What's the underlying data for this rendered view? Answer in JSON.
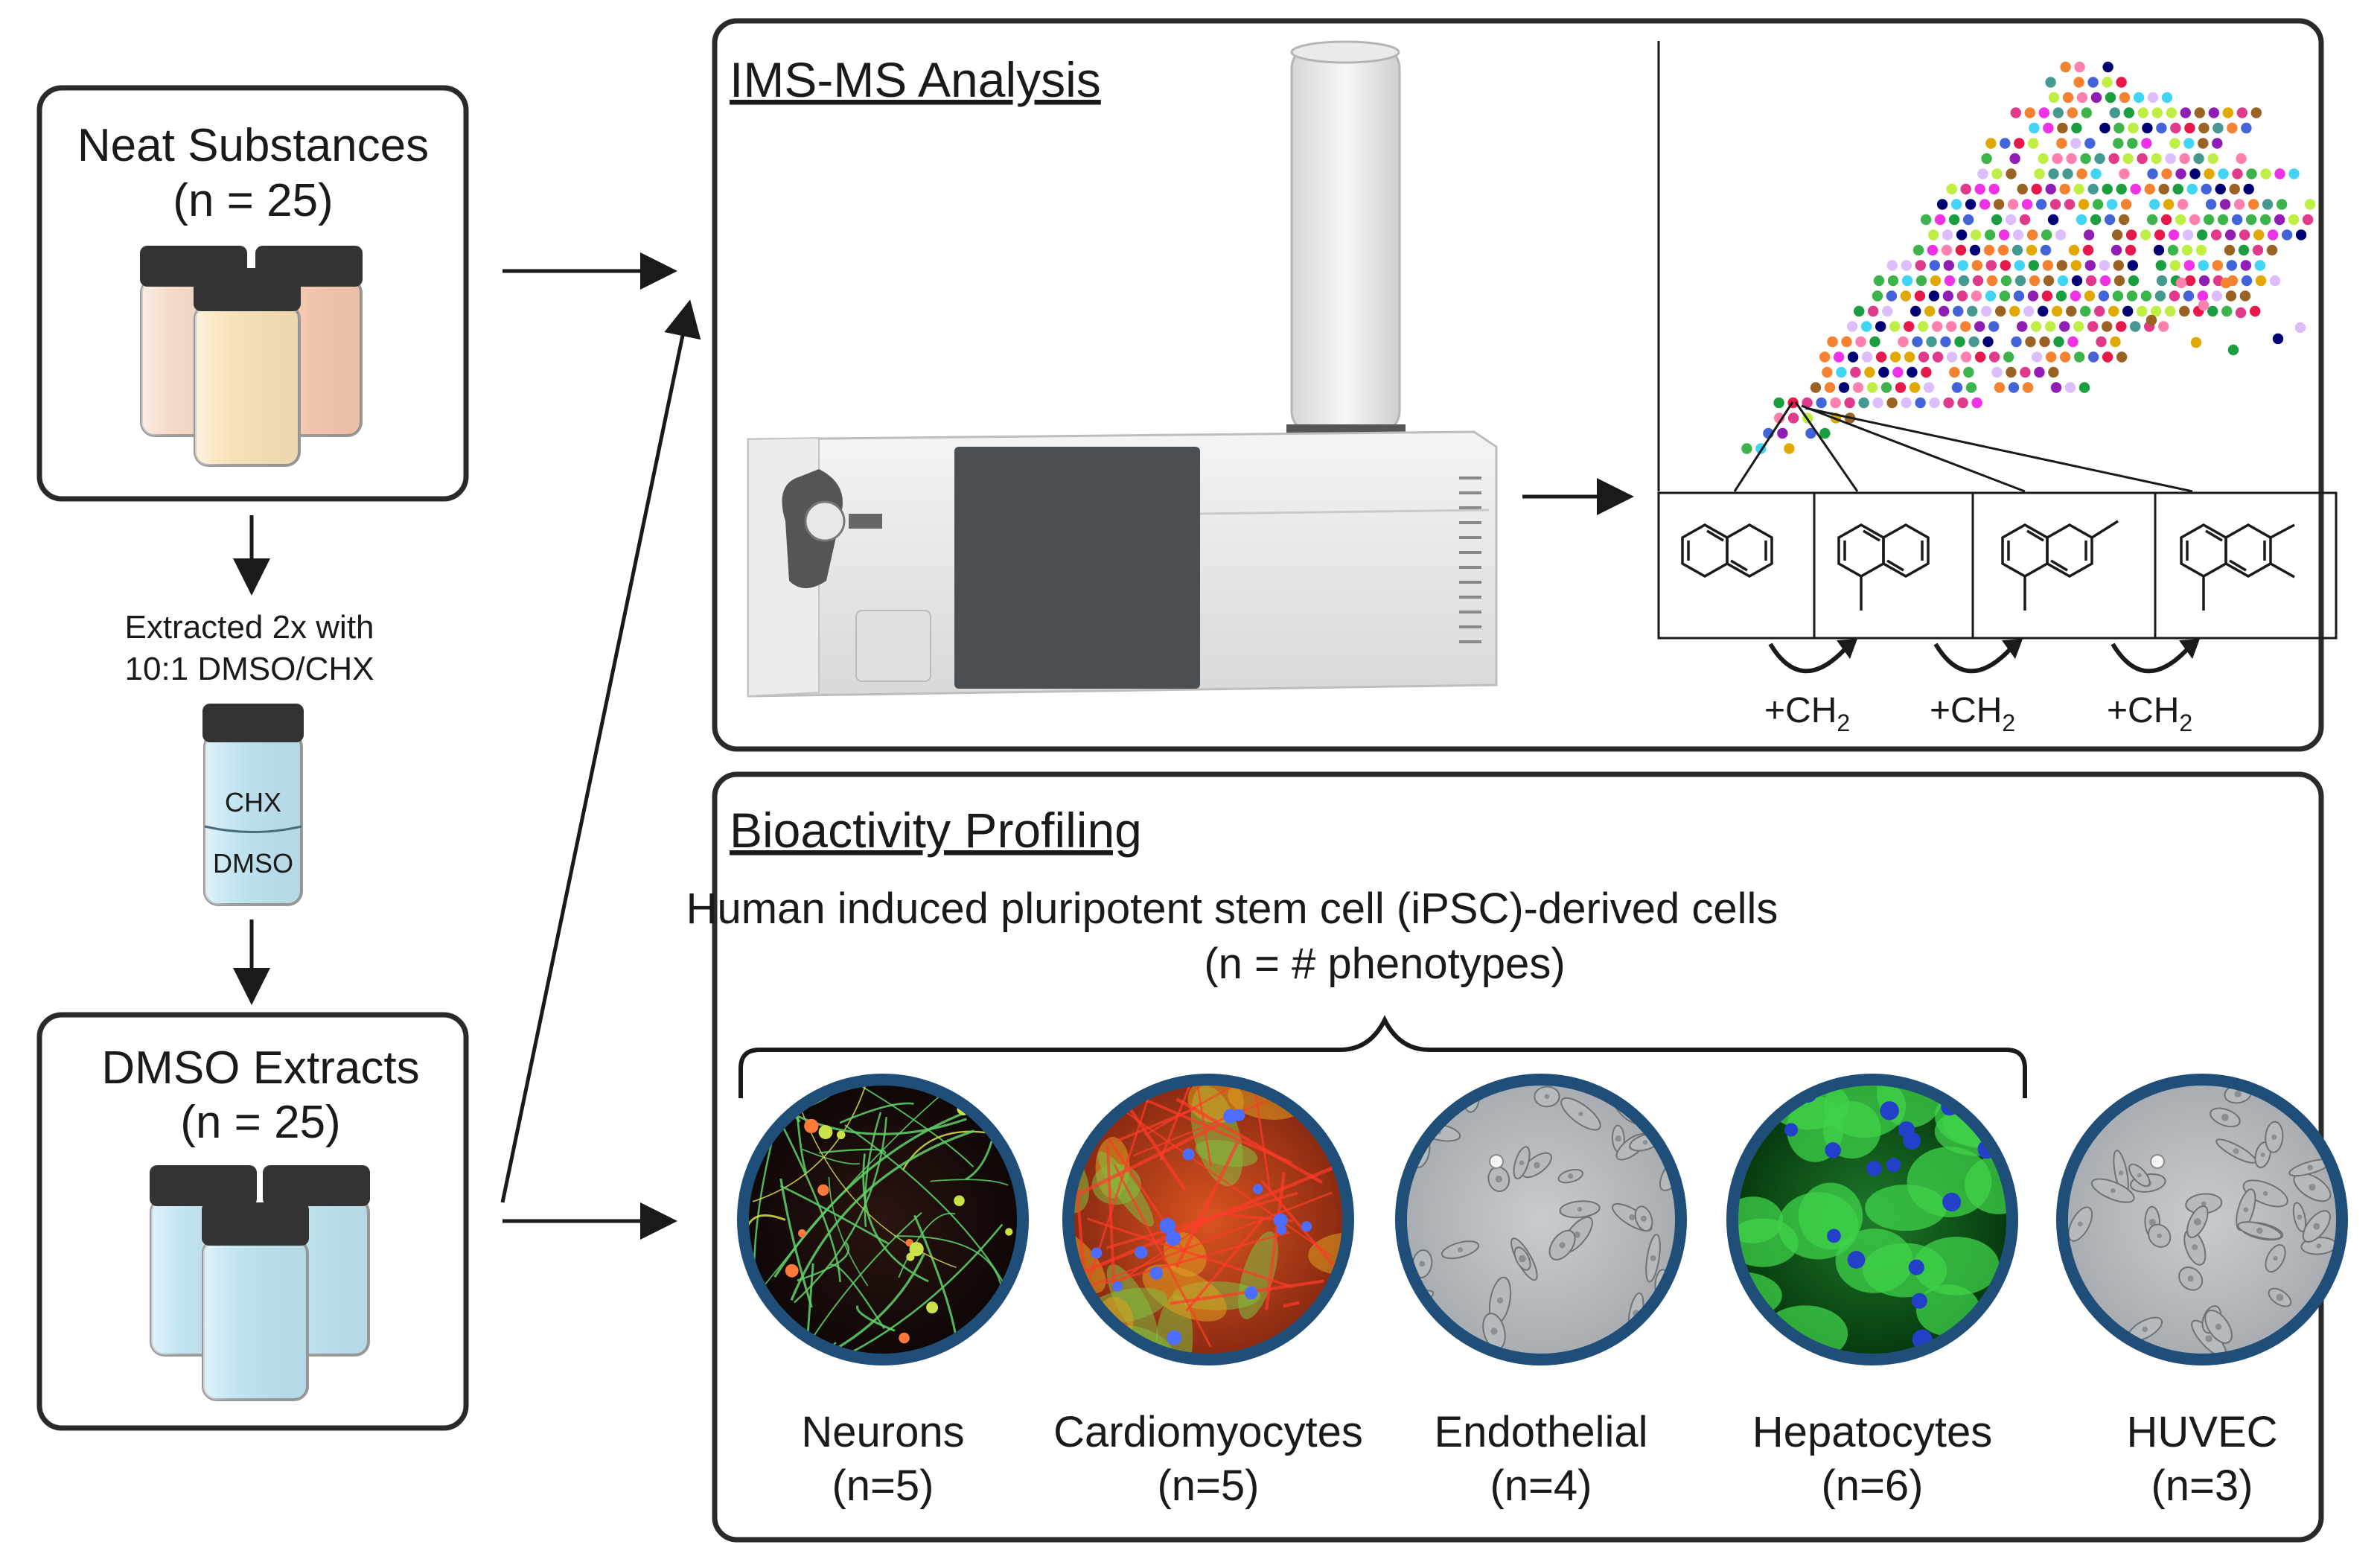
{
  "neat_box": {
    "title": "Neat Substances",
    "count": "(n = 25)"
  },
  "extraction": {
    "line1": "Extracted 2x with",
    "line2": "10:1 DMSO/CHX",
    "vial_top_label": "CHX",
    "vial_bottom_label": "DMSO"
  },
  "dmso_box": {
    "title": "DMSO Extracts",
    "count": "(n = 25)"
  },
  "ims_panel": {
    "title": "IMS-MS Analysis",
    "increment_label": "+CH",
    "increment_subscript": "2"
  },
  "bio_panel": {
    "title": "Bioactivity Profiling",
    "subtitle_line1": "Human induced pluripotent stem cell (iPSC)-derived cells",
    "subtitle_line2": "(n = # phenotypes)",
    "cells": [
      {
        "name": "Neurons",
        "count": "(n=5)"
      },
      {
        "name": "Cardiomyocytes",
        "count": "(n=5)"
      },
      {
        "name": "Endothelial",
        "count": "(n=4)"
      },
      {
        "name": "Hepatocytes",
        "count": "(n=6)"
      },
      {
        "name": "HUVEC",
        "count": "(n=3)"
      }
    ]
  },
  "colors": {
    "panel_border": "#2a2a2a",
    "cell_ring": "#1f4e79",
    "vial_cap": "#333333",
    "dmso_liquid": "#bfe4f2",
    "neat_liquid_left": "#f6d8c6",
    "neat_liquid_front": "#fbe3b8",
    "neat_liquid_right": "#f8c9ae",
    "dot_palette": [
      "#e6194b",
      "#3cb44b",
      "#4363d8",
      "#f58231",
      "#911eb4",
      "#42d4f4",
      "#f032e6",
      "#bfef45",
      "#ff7fae",
      "#000075",
      "#469990",
      "#9a6324",
      "#dcbeff",
      "#e0a800",
      "#e03a8a",
      "#1a9e3f"
    ]
  },
  "icons": [
    "vial-icon",
    "mass-spectrometer-icon",
    "naphthalene-structure-icon",
    "methyl-naphthalene-structure-icon",
    "curved-arrow-icon",
    "cell-micrograph-icon"
  ]
}
